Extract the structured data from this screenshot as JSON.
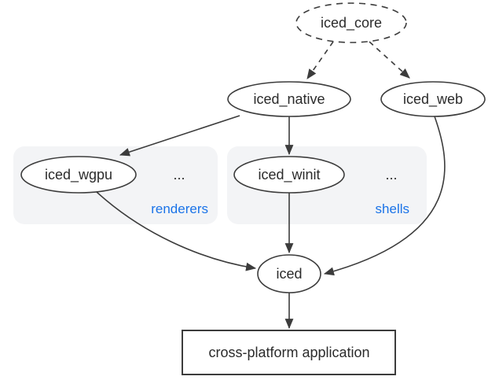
{
  "nodes": {
    "iced_core": {
      "label": "iced_core"
    },
    "iced_native": {
      "label": "iced_native"
    },
    "iced_web": {
      "label": "iced_web"
    },
    "iced_wgpu": {
      "label": "iced_wgpu"
    },
    "iced_winit": {
      "label": "iced_winit"
    },
    "iced": {
      "label": "iced"
    },
    "application": {
      "label": "cross-platform application"
    }
  },
  "groups": {
    "renderers": {
      "label": "renderers",
      "ellipsis": "..."
    },
    "shells": {
      "label": "shells",
      "ellipsis": "..."
    }
  },
  "colors": {
    "stroke": "#3c3c3c",
    "text": "#2b2b2b",
    "group_fill": "#f3f4f6",
    "group_label": "#1a73e8",
    "background": "#ffffff"
  }
}
